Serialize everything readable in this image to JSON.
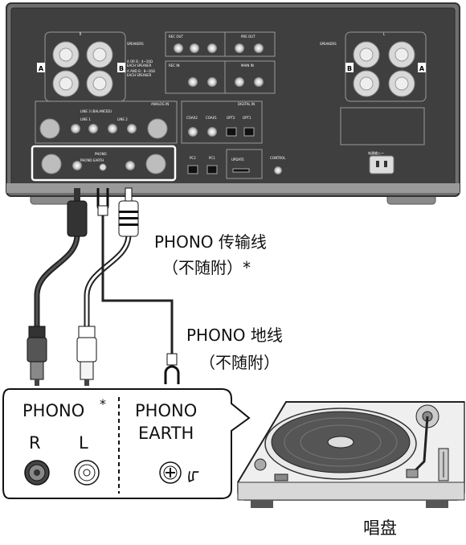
{
  "rear_panel": {
    "speakers_left_label": "SPEAKERS",
    "speakers_right_label": "SPEAKERS",
    "channel_r": "R",
    "channel_l": "L",
    "terminal_a": "A",
    "terminal_b": "B",
    "spk_note_a": "A OR B : 4~16Ω",
    "spk_note_a2": "EACH SPEAKER",
    "spk_note_ab": "A AND B : 8~16Ω",
    "spk_note_ab2": "EACH SPEAKER",
    "rec_out": "REC OUT",
    "pre_out": "PRE OUT",
    "rec_in": "REC IN",
    "main_in": "MAIN IN",
    "analog_in": "ANALOG IN",
    "digital_in": "DIGITAL IN",
    "line_bal": "LINE 3 (BALANCED)",
    "line1": "LINE 1",
    "line2": "LINE 2",
    "phono_panel": "PHONO",
    "phono_earth_panel": "PHONO EARTH",
    "coax2": "COAX2",
    "coax1": "COAX1",
    "opt2": "OPT2",
    "opt1": "OPT1",
    "pc2": "PC2",
    "pc1": "PC1",
    "update": "UPDATE",
    "control": "CONTROL",
    "ac_in": "电源输入～"
  },
  "labels": {
    "phono_cable": "PHONO 传输线",
    "phono_cable_note": "（不随附）*",
    "phono_ground": "PHONO 地线",
    "phono_ground_note": "（不随附）",
    "turntable": "唱盘"
  },
  "callout": {
    "phono": "PHONO",
    "asterisk": "*",
    "r": "R",
    "l": "L",
    "phono2": "PHONO",
    "earth": "EARTH",
    "earth_symbol": "ᡁ"
  }
}
